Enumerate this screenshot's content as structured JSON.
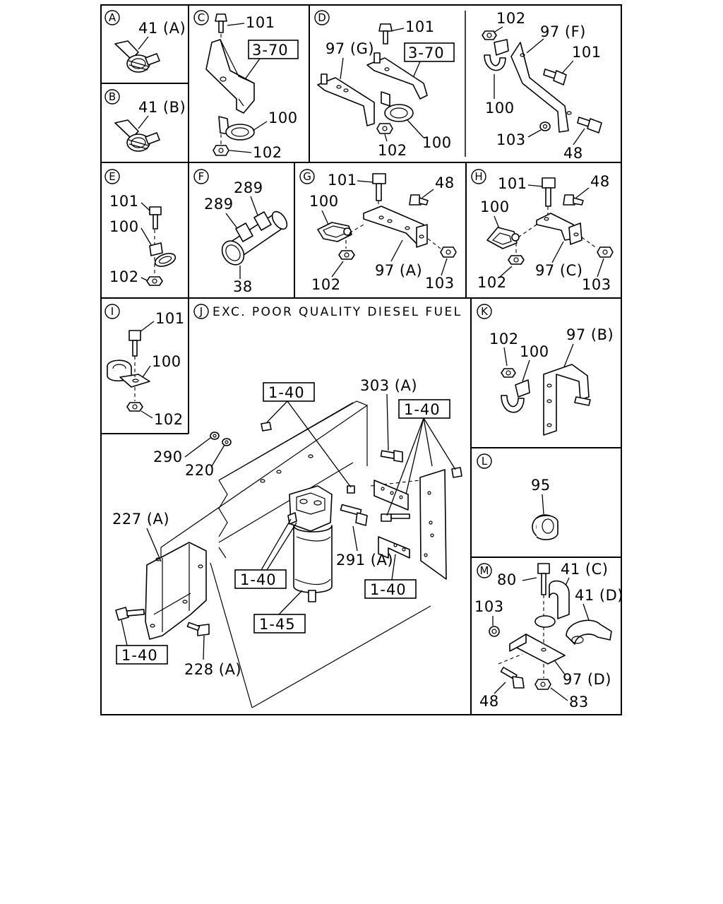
{
  "panels": {
    "A": {
      "letter": "A",
      "labels": [
        "41 (A)"
      ]
    },
    "B": {
      "letter": "B",
      "labels": [
        "41 (B)"
      ]
    },
    "C": {
      "letter": "C",
      "labels": [
        "101",
        "100",
        "102"
      ],
      "ref": "3-70"
    },
    "D": {
      "letter": "D",
      "labels": [
        "101",
        "97 (G)",
        "102",
        "100"
      ],
      "ref": "3-70"
    },
    "D2": {
      "labels": [
        "102",
        "97 (F)",
        "101",
        "100",
        "103",
        "48"
      ]
    },
    "E": {
      "letter": "E",
      "labels": [
        "101",
        "100",
        "102"
      ]
    },
    "F": {
      "letter": "F",
      "labels": [
        "289",
        "289",
        "38"
      ]
    },
    "G": {
      "letter": "G",
      "labels": [
        "101",
        "48",
        "100",
        "97 (A)",
        "102",
        "103"
      ]
    },
    "H": {
      "letter": "H",
      "labels": [
        "101",
        "48",
        "100",
        "97 (C)",
        "102",
        "103"
      ]
    },
    "I": {
      "letter": "I",
      "labels": [
        "101",
        "100",
        "102"
      ]
    },
    "J": {
      "letter": "J",
      "title": "EXC. POOR QUALITY DIESEL FUEL",
      "labels": [
        "303 (A)",
        "290",
        "220",
        "227 (A)",
        "291 (A)",
        "228 (A)"
      ],
      "refs": [
        "1-40",
        "1-40",
        "1-40",
        "1-40",
        "1-45",
        "1-40"
      ]
    },
    "K": {
      "letter": "K",
      "labels": [
        "102",
        "100",
        "97 (B)"
      ]
    },
    "L": {
      "letter": "L",
      "labels": [
        "95"
      ]
    },
    "M": {
      "letter": "M",
      "labels": [
        "80",
        "41 (C)",
        "41 (D)",
        "103",
        "97 (D)",
        "48",
        "83"
      ]
    }
  }
}
